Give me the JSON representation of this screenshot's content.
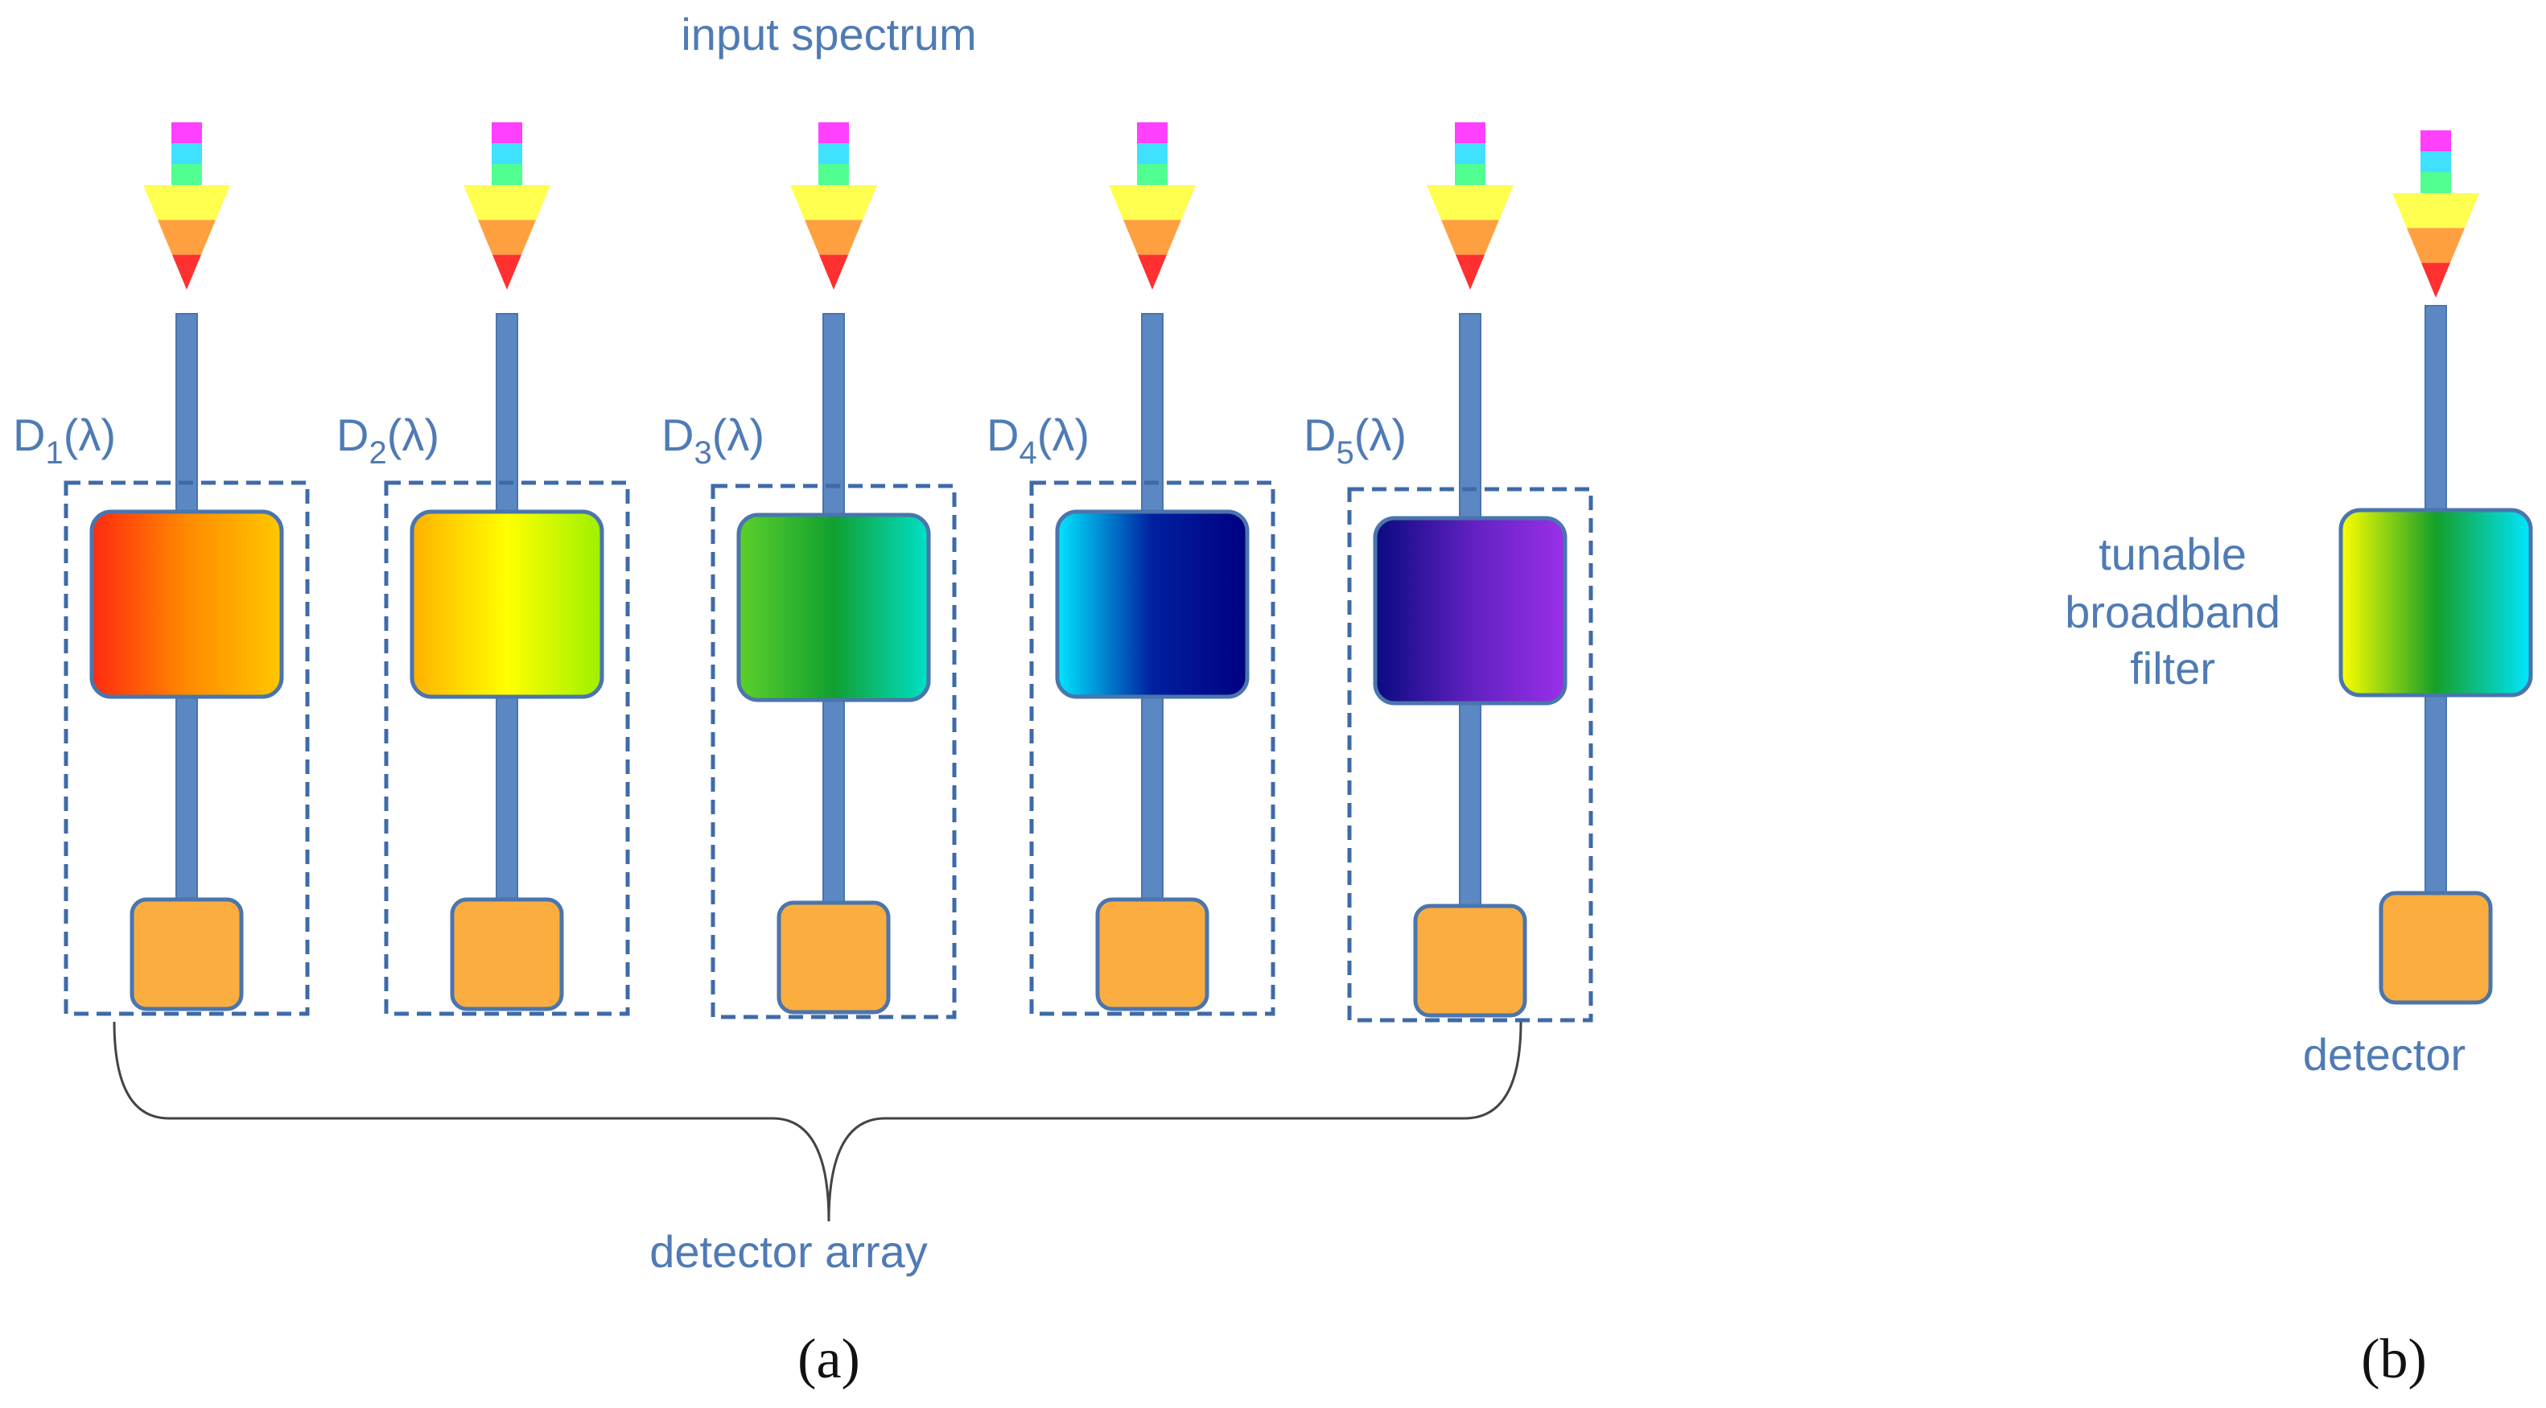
{
  "title": "input spectrum",
  "array_label": "detector array",
  "panel_a": "(a)",
  "panel_b": "(b)",
  "channels": [
    {
      "letter": "D",
      "sub": "1",
      "suffix": "(λ)",
      "filter_colors": [
        "#ff2a10",
        "#ff8a00",
        "#ffc800"
      ]
    },
    {
      "letter": "D",
      "sub": "2",
      "suffix": "(λ)",
      "filter_colors": [
        "#ffb000",
        "#ffff00",
        "#9ef000"
      ]
    },
    {
      "letter": "D",
      "sub": "3",
      "suffix": "(λ)",
      "filter_colors": [
        "#5cd02a",
        "#10a030",
        "#00e0c8"
      ]
    },
    {
      "letter": "D",
      "sub": "4",
      "suffix": "(λ)",
      "filter_colors": [
        "#00e6ff",
        "#0020a0",
        "#000080"
      ]
    },
    {
      "letter": "D",
      "sub": "5",
      "suffix": "(λ)",
      "filter_colors": [
        "#0a0a80",
        "#6020c0",
        "#9a30e8"
      ]
    }
  ],
  "tunable": {
    "label_lines": [
      "tunable",
      "broadband",
      "filter"
    ],
    "filter_colors": [
      "#ffff00",
      "#14a028",
      "#00e6ff"
    ],
    "detector_label": "detector"
  },
  "colors": {
    "stem": "#5b88c3",
    "stem_edge": "#4a75ad",
    "detector_fill": "#fbad40",
    "frame": "#3e6aa8",
    "text": "#4f7bb5",
    "brace": "#444444"
  },
  "arrow_colors": [
    "#ff40ff",
    "#40e0ff",
    "#50ff90",
    "#ffff50",
    "#ffa040",
    "#ff3030"
  ]
}
